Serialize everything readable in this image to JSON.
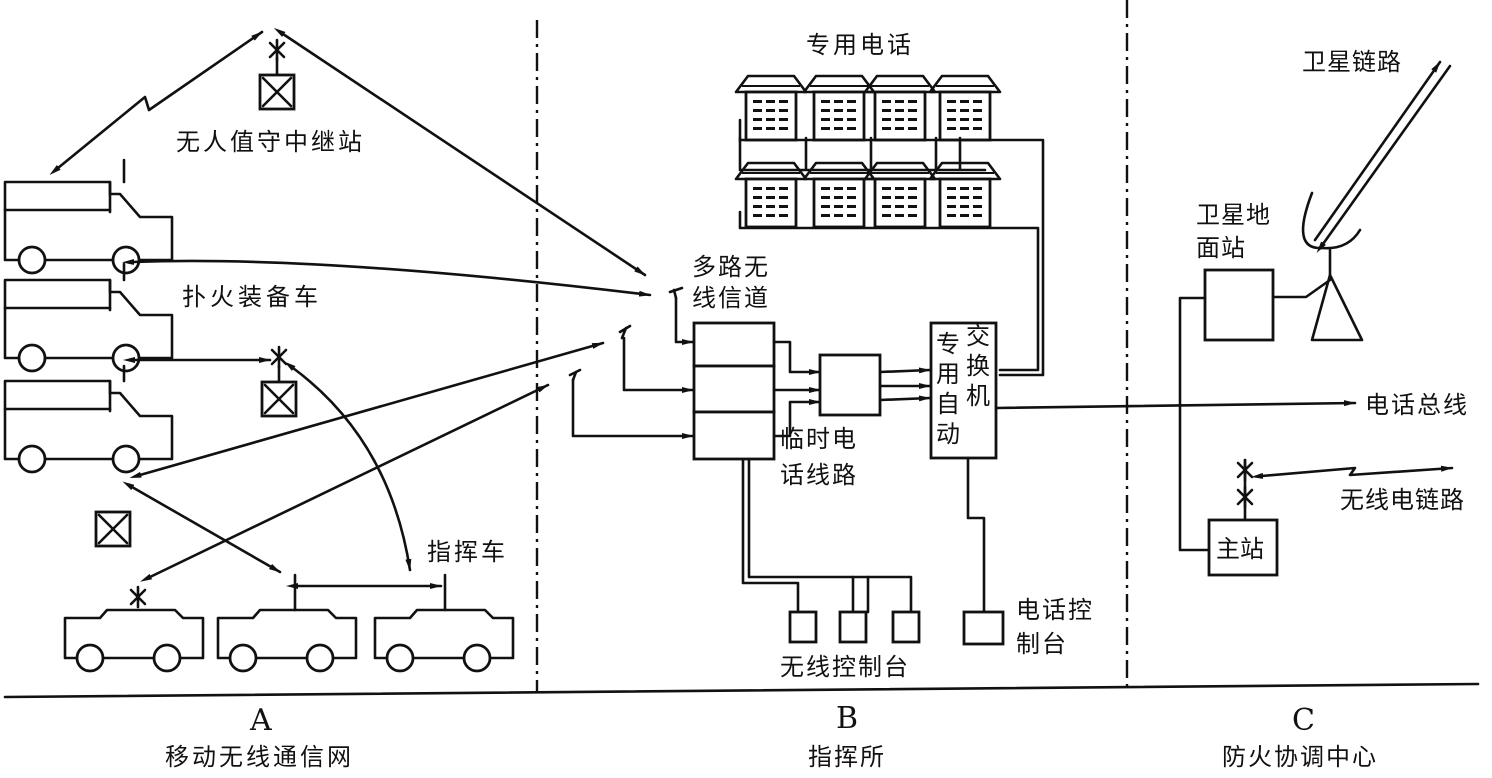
{
  "diagram": {
    "title": "Fire communication network",
    "sections": [
      {
        "letter": "A",
        "name": "移动无线通信网"
      },
      {
        "letter": "B",
        "name": "指挥所"
      },
      {
        "letter": "C",
        "name": "防火协调中心"
      }
    ],
    "labels": {
      "relay_station": "无人值守中继站",
      "fire_trucks": "扑火装备车",
      "command_car": "指挥车",
      "dedicated_phones": "专用电话",
      "multi_channel_radio_line1": "多路无",
      "multi_channel_radio_line2": "线信道",
      "temp_phone_line1": "临时电",
      "temp_phone_line2": "话线路",
      "exchange_col1": "专用自动",
      "exchange_col2": "交换机",
      "radio_console": "无线控制台",
      "phone_console_line1": "电话控",
      "phone_console_line2": "制台",
      "satellite_link": "卫星链路",
      "satellite_ground_line1": "卫星地",
      "satellite_ground_line2": "面站",
      "phone_bus": "电话总线",
      "main_station": "主站",
      "radio_link": "无线电链路"
    },
    "counts": {
      "dedicated_phones": 8,
      "radio_channels": 3,
      "radio_consoles": 3,
      "fire_trucks": 3,
      "command_cars": 3
    }
  }
}
